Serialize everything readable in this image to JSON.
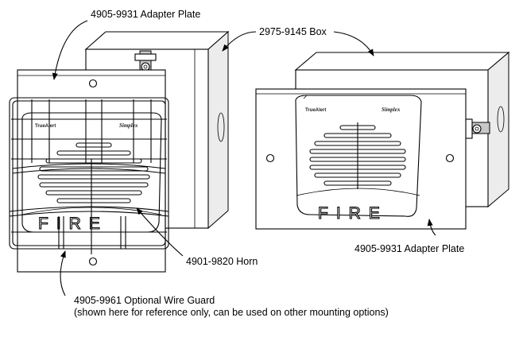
{
  "callouts": {
    "adapter_plate_left": "4905-9931 Adapter Plate",
    "box": "2975-9145 Box",
    "horn": "4901-9820 Horn",
    "adapter_plate_right": "4905-9931 Adapter Plate",
    "wire_guard_line1": "4905-9961 Optional Wire Guard",
    "wire_guard_line2": "(shown here for reference only, can be used on other mounting options)"
  },
  "device": {
    "face_text": "FIRE",
    "brand_left": "TrueAlert",
    "brand_right": "Simplex"
  }
}
